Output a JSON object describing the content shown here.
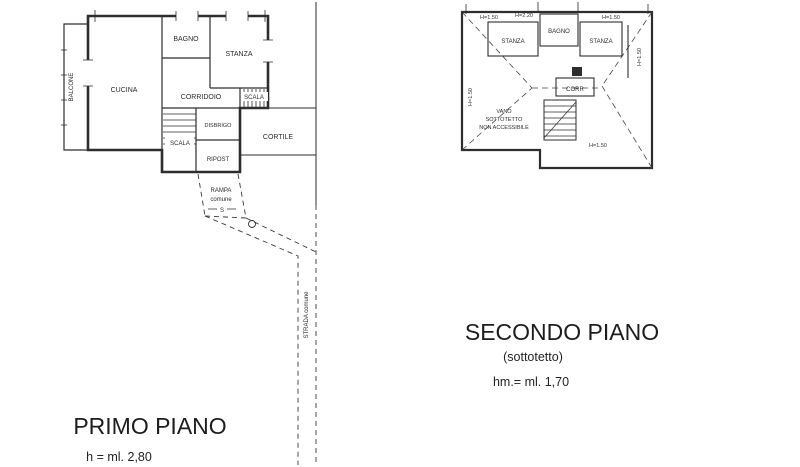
{
  "page": {
    "background": "#ffffff",
    "ink": "#2b2b2b"
  },
  "primo": {
    "title": "PRIMO PIANO",
    "height_label": "h = ml. 2,80",
    "labels": {
      "balcone": "BALCONE",
      "cucina": "CUCINA",
      "bagno": "BAGNO",
      "stanza": "STANZA",
      "corridoio": "CORRIDOIO",
      "scala_upper": "SCALA",
      "disbrigo": "DISBRIGO",
      "scala_lower": "SCALA",
      "ripost": "RIPOST",
      "cortile": "CORTILE",
      "rampa_line1": "RAMPA",
      "rampa_line2": "comune",
      "s_mark": "S",
      "strada": "STRADA comune"
    }
  },
  "secondo": {
    "title": "SECONDO PIANO",
    "subtitle": "(sottotetto)",
    "height_label": "hm.= ml. 1,70",
    "labels": {
      "stanza_left": "STANZA",
      "bagno": "BAGNO",
      "stanza_right": "STANZA",
      "corr": "CORR",
      "vano_line1": "VANO",
      "vano_line2": "SOTTOTETTO",
      "vano_line3": "NON ACCESSIBILE"
    },
    "heights": {
      "top_left": "H=1.50",
      "top_mid": "H=2.20",
      "top_right": "H=1.50",
      "right": "H=1.50",
      "left": "H=1.50",
      "bottom": "H=1.50"
    }
  }
}
